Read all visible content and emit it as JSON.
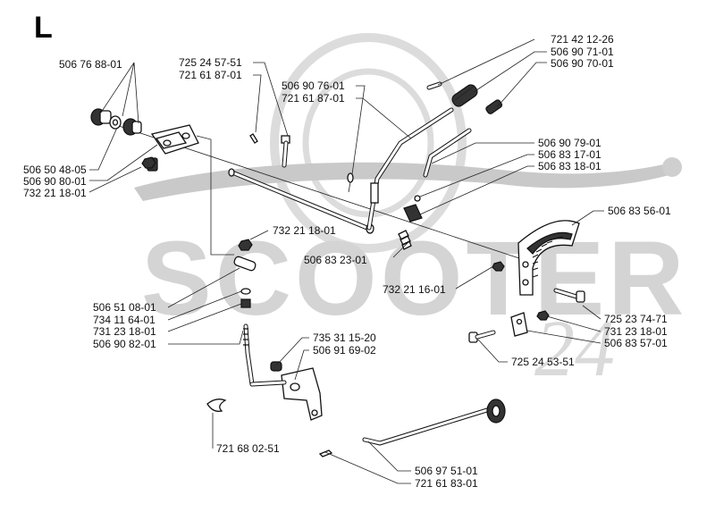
{
  "section_letter": "L",
  "watermark": {
    "text": "SCOOTER",
    "suffix_glyph": "24",
    "color": "#d4d4d4"
  },
  "part_labels": [
    "721 42 12-26",
    "506 90 71-01",
    "506 90 70-01",
    "506 76 88-01",
    "725 24 57-51",
    "721 61 87-01",
    "506 90 76-01",
    "721 61 87-01",
    "506 50 48-05",
    "506 90 80-01",
    "732 21 18-01",
    "506 90 79-01",
    "506 83 17-01",
    "506 83 18-01",
    "506 83 56-01",
    "732 21 18-01",
    "506 83 23-01",
    "732 21 16-01",
    "506 51 08-01",
    "734 11 64-01",
    "731 23 18-01",
    "506 90 82-01",
    "725 23 74-71",
    "731 23 18-01",
    "506 83 57-01",
    "735 31 15-20",
    "506 91 69-02",
    "725 24 53-51",
    "721 68 02-51",
    "506 97 51-01",
    "721 61 83-01"
  ]
}
